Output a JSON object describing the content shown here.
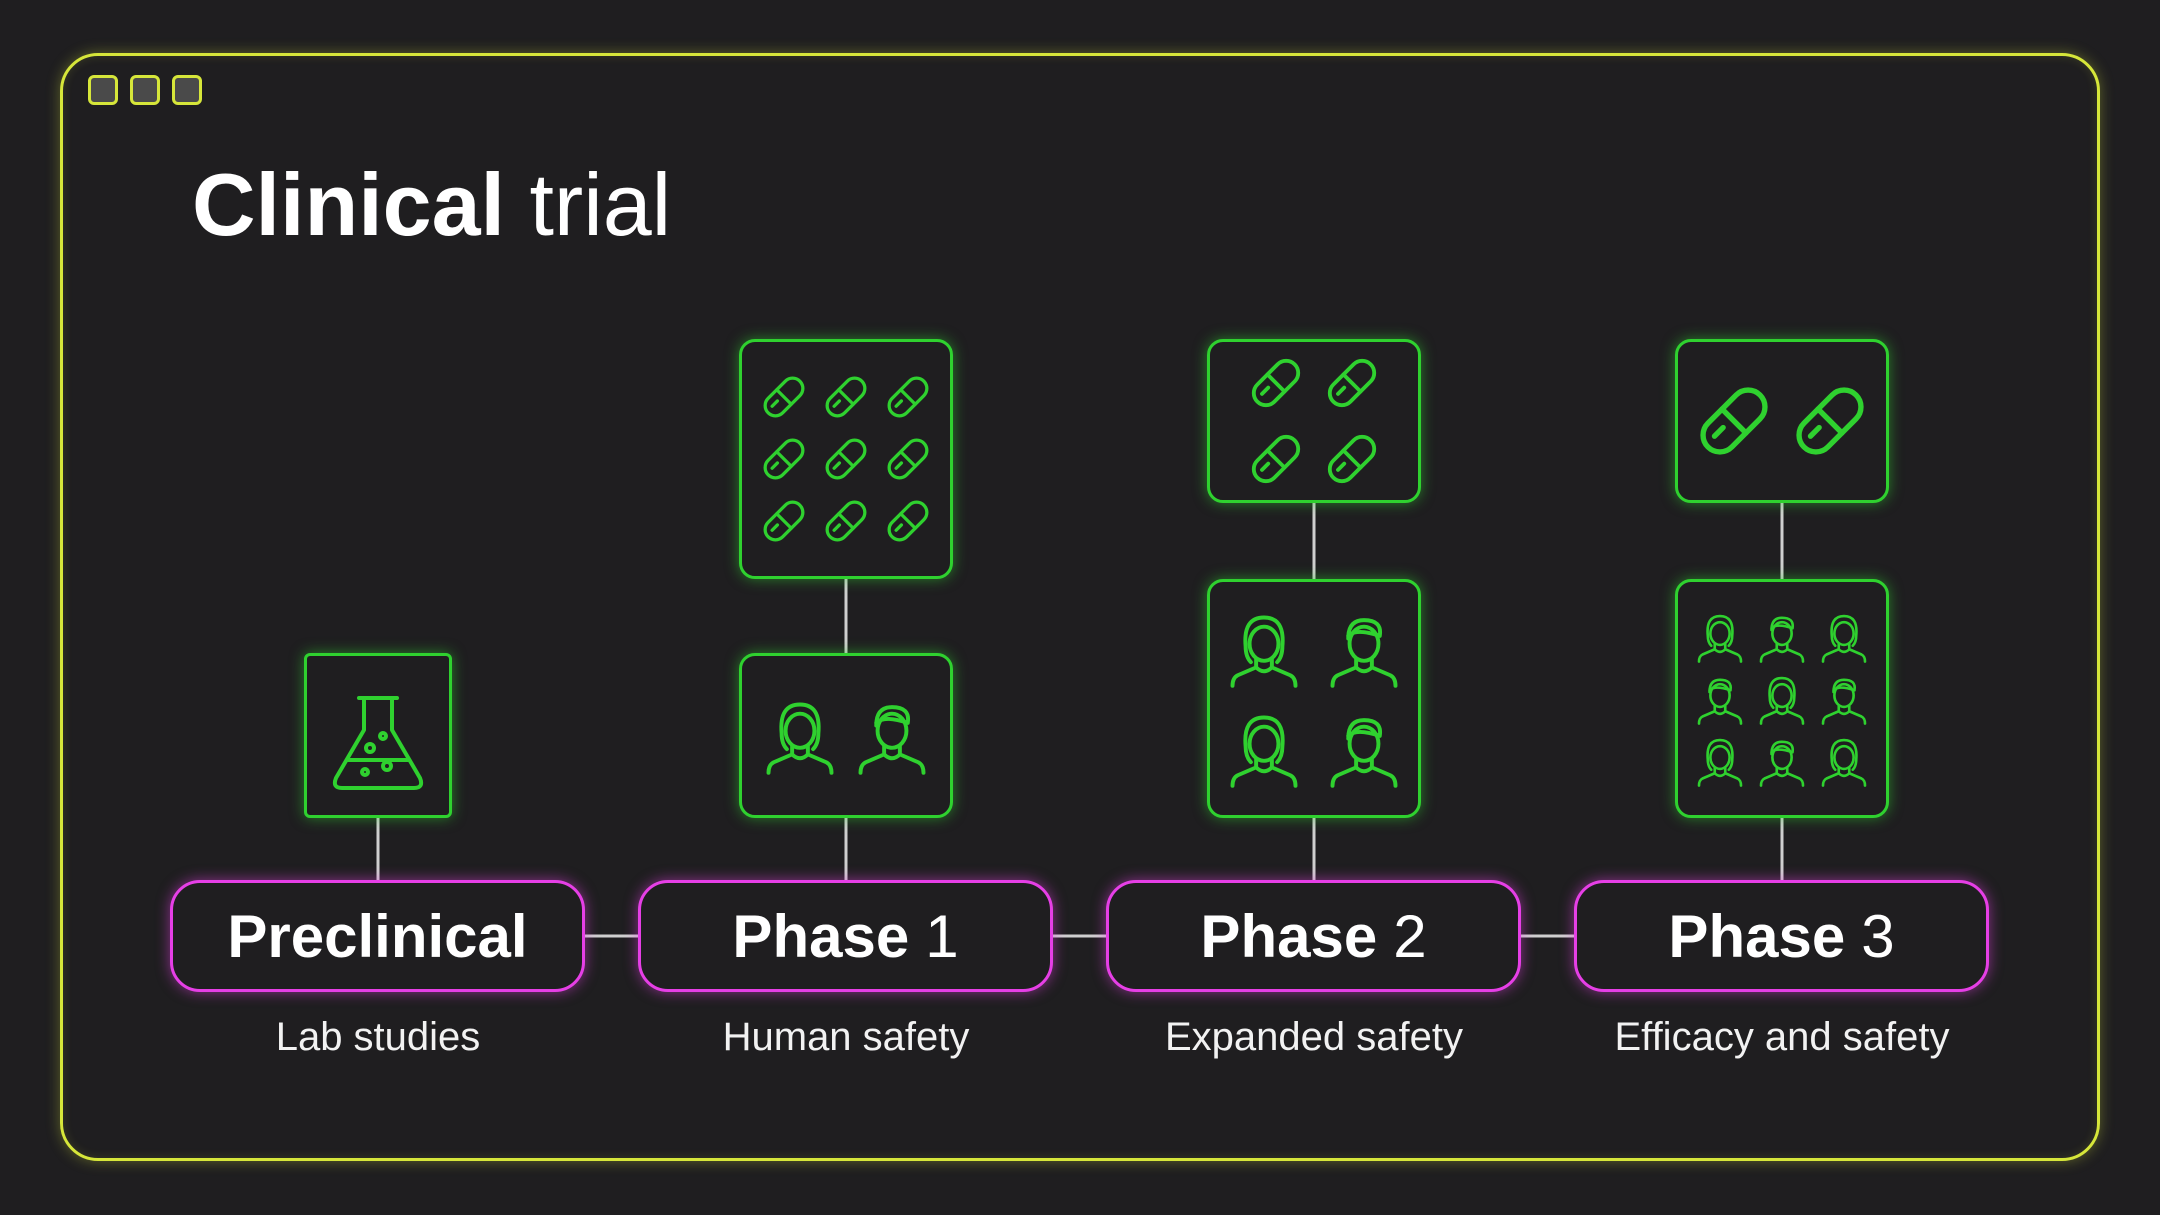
{
  "title": {
    "bold": "Clinical",
    "light": "trial"
  },
  "colors": {
    "frame": "#d6e63a",
    "phase_border": "#e63fe6",
    "icon": "#2fd12f",
    "connector": "#cfcfcf"
  },
  "stages": [
    {
      "name_bold": "Preclinical",
      "name_rest": "",
      "description": "Lab studies",
      "icons": [
        "flask-icon"
      ]
    },
    {
      "name_bold": "Phase",
      "name_rest": "1",
      "description": "Human safety",
      "pills": 9,
      "people": 2
    },
    {
      "name_bold": "Phase",
      "name_rest": "2",
      "description": "Expanded safety",
      "pills": 4,
      "people": 4
    },
    {
      "name_bold": "Phase",
      "name_rest": "3",
      "description": "Efficacy and safety",
      "pills": 2,
      "people": 9
    }
  ]
}
